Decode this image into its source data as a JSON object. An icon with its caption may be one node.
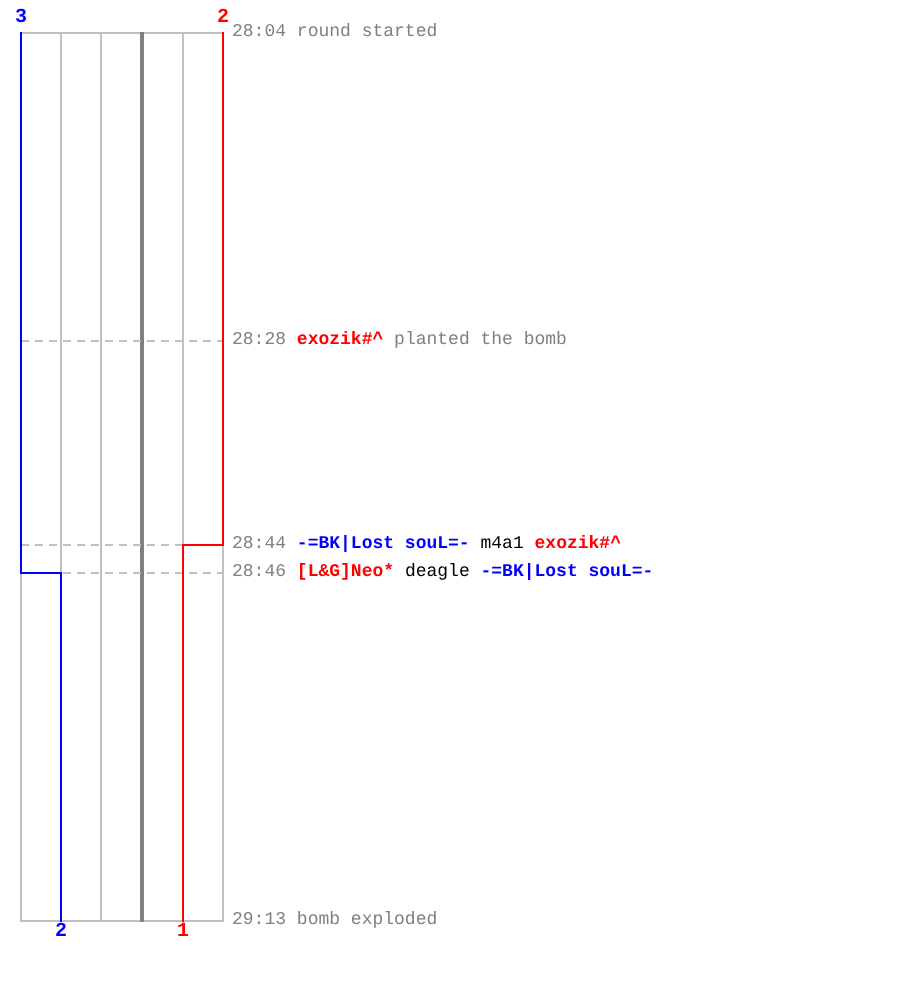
{
  "diagram": {
    "nodes": [
      {
        "text": [
          "3"
        ]
      },
      {
        "text": [
          "2"
        ]
      },
      {
        "text": [
          "2"
        ]
      },
      {
        "text": [
          "1"
        ]
      }
    ],
    "edges": [
      {
        "from": 0,
        "to": 2,
        "arrow": "none",
        "color": "#0000ff"
      },
      {
        "from": 1,
        "to": 3,
        "arrow": "none",
        "color": "#ff0000"
      }
    ],
    "labels": [
      "28:04",
      "round started",
      "28:28",
      "exozik#^",
      "planted the bomb",
      "28:44",
      "-=BK|Lost souL=-",
      "m4a1",
      "exozik#^",
      "28:46",
      "[L&G]Neo*",
      "deagle",
      "-=BK|Lost souL=-",
      "29:13",
      "bomb exploded"
    ]
  }
}
